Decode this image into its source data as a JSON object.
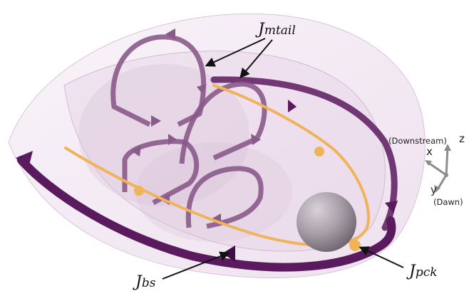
{
  "labels": {
    "jmtail": {
      "main": "J",
      "sub": "mtail"
    },
    "jbs": {
      "main": "J",
      "sub": "bs"
    },
    "jpck": {
      "main": "J",
      "sub": "pck"
    }
  },
  "axes": {
    "x": "x",
    "y": "y",
    "z": "z",
    "downstream": "(Downstream)",
    "dawn": "(Dawn)"
  },
  "colors": {
    "magnetopause": "#ecdcec",
    "bow_shock_current": "#5a1a5e",
    "tail_current": "#8a5a8a",
    "partial_ring_current": "#f0b35a",
    "planet": "#9a909a"
  }
}
